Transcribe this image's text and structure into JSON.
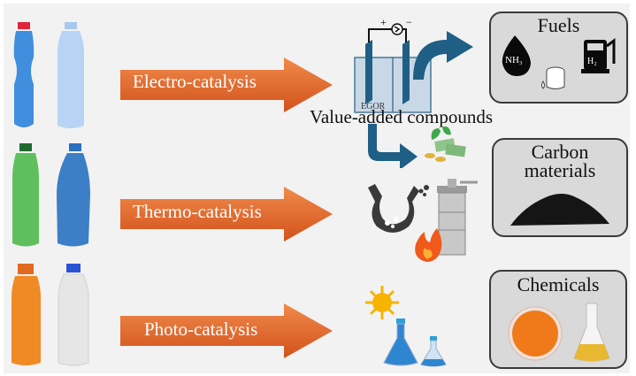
{
  "pathways": [
    {
      "label": "Electro-catalysis",
      "product": "Fuels"
    },
    {
      "label": "Thermo-catalysis",
      "product": "Carbon materials"
    },
    {
      "label": "Photo-catalysis",
      "product": "Chemicals"
    }
  ],
  "electrocell": {
    "label": "EGOR",
    "plus": "+",
    "minus": "−"
  },
  "value_added_label": "Value-added compounds",
  "fuels": {
    "title": "Fuels",
    "items": [
      {
        "icon": "ammonia-drop-icon",
        "label": "NH3"
      },
      {
        "icon": "fuel-pump-icon",
        "label": "H2"
      },
      {
        "icon": "oil-barrel-icon",
        "label": ""
      }
    ]
  },
  "carbon": {
    "title_line1": "Carbon",
    "title_line2": "materials"
  },
  "chemicals": {
    "title": "Chemicals"
  },
  "colors": {
    "arrow": "#e0642a",
    "blue_arrow": "#1f5f85",
    "box": "#d9d9d9",
    "background": "#f2f2f2"
  }
}
